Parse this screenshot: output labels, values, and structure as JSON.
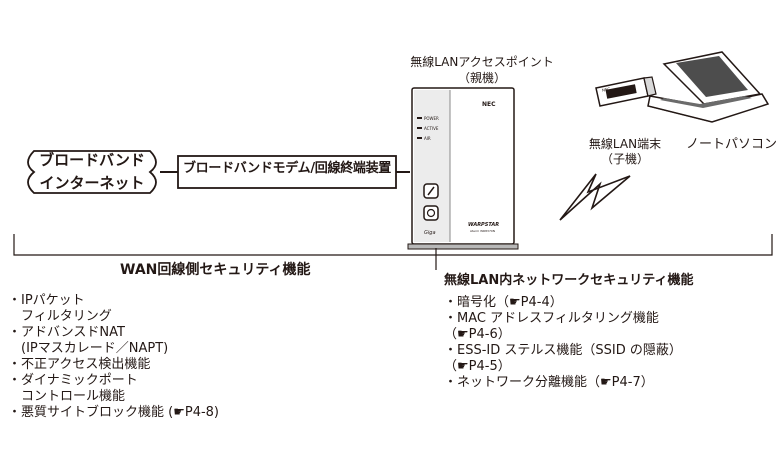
{
  "access_point": {
    "label": "無線LANアクセスポイント",
    "sub": "（親機）",
    "brand": "NEC",
    "led_labels": [
      "POWER",
      "ACTIVE",
      "AIR"
    ],
    "logo_text": "WARPSTAR",
    "logo_sub": "Aterm WR8370N",
    "foot_text": "Giga"
  },
  "client": {
    "label": "無線LAN端末",
    "sub": "（子機）",
    "card_brand": "NEC"
  },
  "pc": {
    "label": "ノートパソコン"
  },
  "broadband": {
    "line1": "ブロードバンド",
    "line2": "インターネット"
  },
  "modem": {
    "label": "ブロードバンドモデム/回線終端装置"
  },
  "wan": {
    "title": "WAN回線側セキュリティ機能",
    "items": [
      "・IPパケット",
      "　フィルタリング",
      "・アドバンスドNAT",
      "　(IPマスカレード／NAPT)",
      "・不正アクセス検出機能",
      "・ダイナミックポート",
      "　コントロール機能",
      "・悪質サイトブロック機能 (☛P4-8)"
    ]
  },
  "lan": {
    "title": "無線LAN内ネットワークセキュリティ機能",
    "items": [
      "・暗号化（☛P4-4）",
      "・MAC アドレスフィルタリング機能",
      "（☛P4-6）",
      "・ESS-ID ステルス機能（SSID の隠蔽）",
      "（☛P4-5）",
      "・ネットワーク分離機能（☛P4-7）"
    ]
  }
}
